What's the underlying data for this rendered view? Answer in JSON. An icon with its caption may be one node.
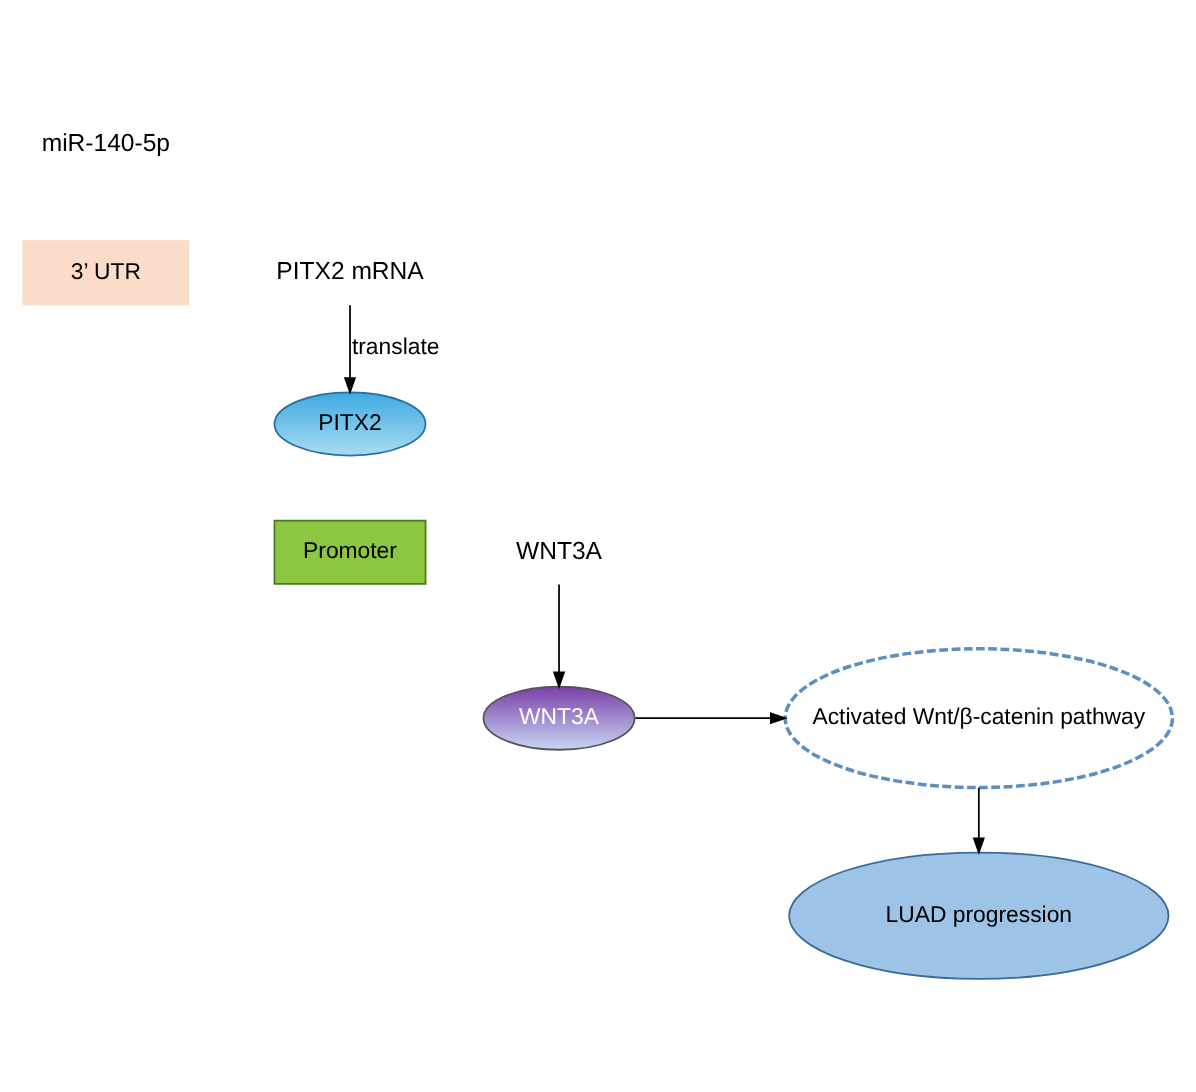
{
  "diagram": {
    "nodes": [
      {
        "text": [
          "miR-140-5p"
        ]
      },
      {
        "text": [
          "3’ UTR"
        ]
      },
      {
        "text": [
          "PITX2 mRNA"
        ]
      },
      {
        "text": [
          "PITX2"
        ]
      },
      {
        "text": [
          "Promoter"
        ]
      },
      {
        "text": [
          "WNT3A"
        ]
      },
      {
        "text": [
          "WNT3A"
        ]
      },
      {
        "text": [
          "Activated Wnt/β-catenin pathway"
        ]
      },
      {
        "text": [
          "LUAD progression"
        ]
      }
    ],
    "edges": [
      {
        "from": 2,
        "to": 3,
        "arrow": "to",
        "label": "translate"
      },
      {
        "from": 5,
        "to": 6,
        "arrow": "to"
      },
      {
        "from": 6,
        "to": 7,
        "arrow": "to"
      },
      {
        "from": 7,
        "to": 8,
        "arrow": "to"
      }
    ]
  }
}
